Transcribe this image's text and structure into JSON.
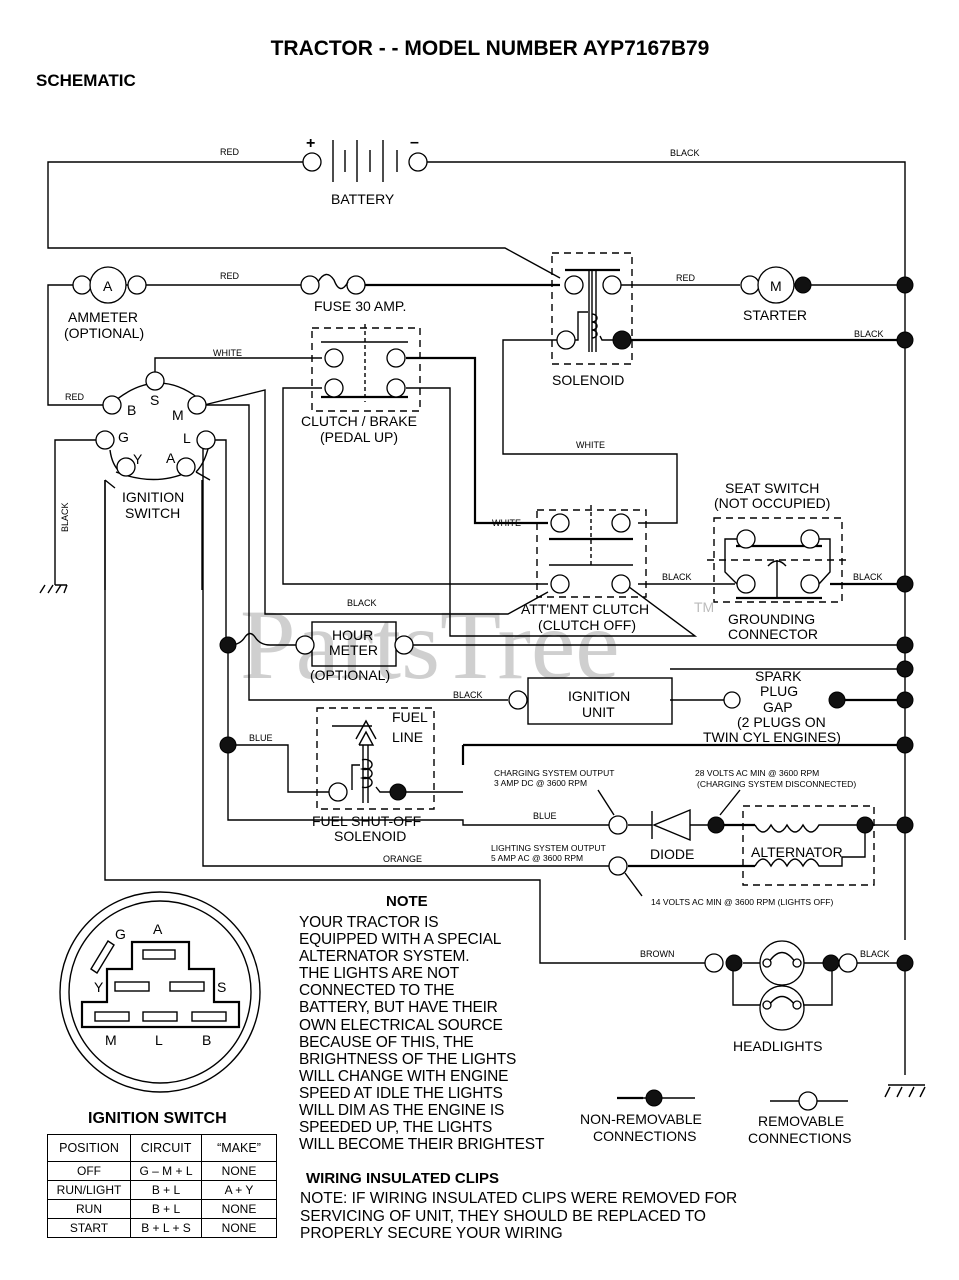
{
  "header": {
    "title": "TRACTOR - - MODEL NUMBER AYP7167B79",
    "subtitle": "SCHEMATIC"
  },
  "watermark": {
    "text": "PartsTree",
    "tm": "TM"
  },
  "components": {
    "battery": {
      "label": "BATTERY",
      "plus": "+",
      "minus": "–"
    },
    "ammeter": {
      "symbol": "A",
      "label1": "AMMETER",
      "label2": "(OPTIONAL)"
    },
    "fuse": {
      "label": "FUSE 30 AMP."
    },
    "solenoid": {
      "label": "SOLENOID"
    },
    "starter": {
      "symbol": "M",
      "label": "STARTER"
    },
    "clutch_brake": {
      "label1": "CLUTCH / BRAKE",
      "label2": "(PEDAL UP)"
    },
    "ignition_switch": {
      "label1": "IGNITION",
      "label2": "SWITCH",
      "terminals": [
        "S",
        "B",
        "M",
        "G",
        "L",
        "Y",
        "A"
      ]
    },
    "seat_switch": {
      "label1": "SEAT SWITCH",
      "label2": "(NOT OCCUPIED)"
    },
    "grounding": {
      "label1": "GROUNDING",
      "label2": "CONNECTOR"
    },
    "att_clutch": {
      "label1": "ATT'MENT CLUTCH",
      "label2": "(CLUTCH OFF)"
    },
    "hour_meter": {
      "label1": "HOUR",
      "label2": "METER",
      "label3": "(OPTIONAL)"
    },
    "ignition_unit": {
      "label1": "IGNITION",
      "label2": "UNIT"
    },
    "spark_plug": {
      "label1": "SPARK",
      "label2": "PLUG",
      "label3": "GAP",
      "label4": "(2 PLUGS ON",
      "label5": "TWIN CYL  ENGINES)"
    },
    "fuel_line": {
      "label1": "FUEL",
      "label2": "LINE"
    },
    "fuel_solenoid": {
      "label1": "FUEL SHUT-OFF",
      "label2": "SOLENOID"
    },
    "diode": {
      "label": "DIODE"
    },
    "alternator": {
      "label": "ALTERNATOR"
    },
    "headlights": {
      "label": "HEADLIGHTS"
    }
  },
  "wires": {
    "red": "RED",
    "black": "BLACK",
    "white": "WHITE",
    "blue": "BLUE",
    "orange": "ORANGE",
    "brown": "BROWN"
  },
  "annotations": {
    "charging1": "CHARGING SYSTEM OUTPUT",
    "charging2": "3 AMP DC @ 3600 RPM",
    "volts28_1": "28 VOLTS AC MIN  @ 3600 RPM",
    "volts28_2": "(CHARGING SYSTEM DISCONNECTED)",
    "lighting1": "LIGHTING SYSTEM OUTPUT",
    "lighting2": "5 AMP AC @ 3600 RPM",
    "volts14": "14 VOLTS AC MIN  @ 3600 RPM (LIGHTS OFF)"
  },
  "legend": {
    "non_removable1": "NON-REMOVABLE",
    "non_removable2": "CONNECTIONS",
    "removable1": "REMOVABLE",
    "removable2": "CONNECTIONS"
  },
  "connector_diagram": {
    "pins": [
      "G",
      "A",
      "Y",
      "S",
      "M",
      "L",
      "B"
    ]
  },
  "note": {
    "heading": "NOTE",
    "lines": [
      "YOUR TRACTOR IS",
      "EQUIPPED WITH A SPECIAL",
      "ALTERNATOR SYSTEM.",
      "THE LIGHTS ARE NOT",
      "CONNECTED TO THE",
      "BATTERY, BUT HAVE THEIR",
      "OWN ELECTRICAL SOURCE",
      "BECAUSE OF THIS, THE",
      "BRIGHTNESS OF THE LIGHTS",
      "WILL CHANGE WITH ENGINE",
      "SPEED   AT IDLE THE LIGHTS",
      "WILL DIM   AS THE ENGINE IS",
      "SPEEDED UP, THE LIGHTS",
      "WILL BECOME THEIR BRIGHTEST"
    ]
  },
  "clips": {
    "heading": "WIRING INSULATED CLIPS",
    "lines": [
      "NOTE: IF WIRING INSULATED CLIPS WERE REMOVED FOR",
      "SERVICING OF UNIT, THEY SHOULD BE REPLACED TO",
      "PROPERLY SECURE YOUR WIRING"
    ]
  },
  "ignition_table": {
    "title": "IGNITION SWITCH",
    "columns": [
      "POSITION",
      "CIRCUIT",
      "“MAKE”"
    ],
    "rows": [
      [
        "OFF",
        "G – M + L",
        "NONE"
      ],
      [
        "RUN/LIGHT",
        "B + L",
        "A + Y"
      ],
      [
        "RUN",
        "B + L",
        "NONE"
      ],
      [
        "START",
        "B + L + S",
        "NONE"
      ]
    ]
  }
}
